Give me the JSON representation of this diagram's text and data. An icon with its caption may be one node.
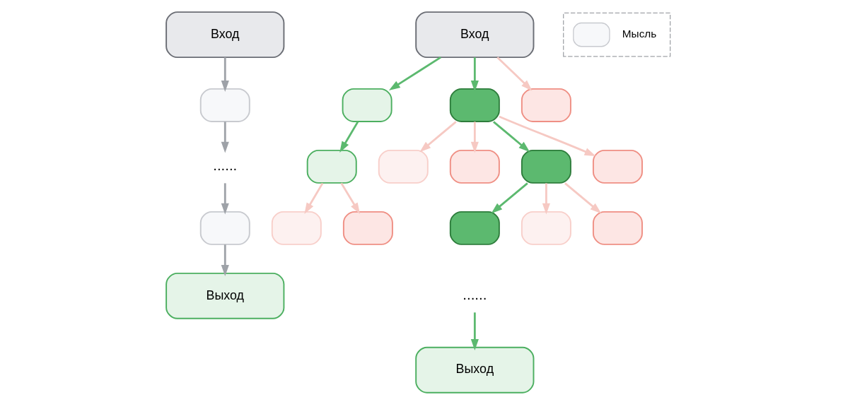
{
  "diagram": {
    "nodes": [
      {
        "text": [
          "Вход"
        ]
      },
      {
        "text": [],
        "shape": "box"
      },
      {
        "text": [
          "......"
        ]
      },
      {
        "text": [],
        "shape": "box"
      },
      {
        "text": [
          "Выход"
        ]
      },
      {
        "text": [
          "Вход"
        ]
      },
      {
        "text": [],
        "shape": "box"
      },
      {
        "text": [],
        "shape": "box"
      },
      {
        "text": [],
        "shape": "box"
      },
      {
        "text": [],
        "shape": "box"
      },
      {
        "text": [],
        "shape": "box"
      },
      {
        "text": [],
        "shape": "box"
      },
      {
        "text": [],
        "shape": "box"
      },
      {
        "text": [],
        "shape": "box"
      },
      {
        "text": [],
        "shape": "box"
      },
      {
        "text": [],
        "shape": "box"
      },
      {
        "text": [],
        "shape": "box"
      },
      {
        "text": [],
        "shape": "box"
      },
      {
        "text": [],
        "shape": "box"
      },
      {
        "text": [
          "......"
        ]
      },
      {
        "text": [
          "Выход"
        ]
      }
    ],
    "edges": [
      {
        "from": 0,
        "to": 1,
        "arrow": "to",
        "color": "#9ea2a8"
      },
      {
        "from": 1,
        "to": 2,
        "arrow": "to",
        "color": "#9ea2a8"
      },
      {
        "from": 2,
        "to": 3,
        "arrow": "to",
        "color": "#9ea2a8"
      },
      {
        "from": 3,
        "to": 4,
        "arrow": "to",
        "color": "#9ea2a8"
      },
      {
        "from": 5,
        "to": 6,
        "arrow": "to",
        "color": "#5cb96f"
      },
      {
        "from": 5,
        "to": 7,
        "arrow": "to",
        "color": "#5cb96f"
      },
      {
        "from": 5,
        "to": 8,
        "arrow": "to",
        "color": "#f6c9c3"
      },
      {
        "from": 6,
        "to": 9,
        "arrow": "to",
        "color": "#5cb96f"
      },
      {
        "from": 7,
        "to": 10,
        "arrow": "to",
        "color": "#f6c9c3"
      },
      {
        "from": 7,
        "to": 11,
        "arrow": "to",
        "color": "#f6c9c3"
      },
      {
        "from": 7,
        "to": 12,
        "arrow": "to",
        "color": "#5cb96f"
      },
      {
        "from": 7,
        "to": 13,
        "arrow": "to",
        "color": "#f6c9c3"
      },
      {
        "from": 9,
        "to": 14,
        "arrow": "to",
        "color": "#f6c9c3"
      },
      {
        "from": 9,
        "to": 15,
        "arrow": "to",
        "color": "#f6c9c3"
      },
      {
        "from": 12,
        "to": 16,
        "arrow": "to",
        "color": "#5cb96f"
      },
      {
        "from": 12,
        "to": 17,
        "arrow": "to",
        "color": "#f6c9c3"
      },
      {
        "from": 12,
        "to": 18,
        "arrow": "to",
        "color": "#f6c9c3"
      },
      {
        "from": 19,
        "to": 20,
        "arrow": "to",
        "color": "#5cb96f"
      }
    ],
    "legend": [
      {
        "text": "Мысль"
      }
    ]
  }
}
